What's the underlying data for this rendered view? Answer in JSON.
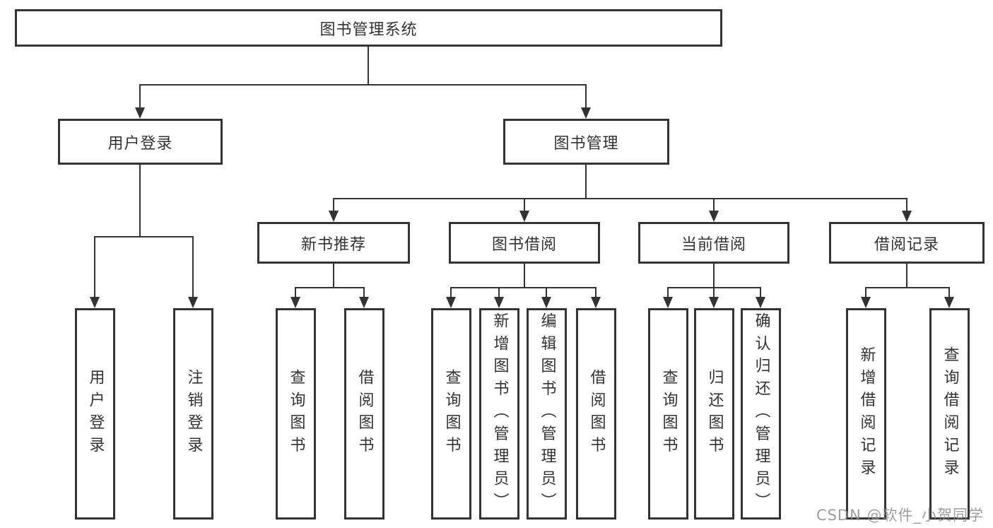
{
  "diagram": {
    "title_node": {
      "label": "图书管理系统"
    },
    "level2": [
      {
        "id": "user-login",
        "label": "用户登录"
      },
      {
        "id": "book-management",
        "label": "图书管理"
      }
    ],
    "level3": [
      {
        "id": "new-book-recommend",
        "label": "新书推荐"
      },
      {
        "id": "book-borrow",
        "label": "图书借阅"
      },
      {
        "id": "current-borrow",
        "label": "当前借阅"
      },
      {
        "id": "borrow-record",
        "label": "借阅记录"
      }
    ],
    "leaves": {
      "user_login": [
        {
          "label": "用户登录"
        },
        {
          "label": "注销登录"
        }
      ],
      "new_book": [
        {
          "label": "查询图书"
        },
        {
          "label": "借阅图书"
        }
      ],
      "book_borrow": [
        {
          "label": "查询图书"
        },
        {
          "label": "新增图书（管理员）"
        },
        {
          "label": "编辑图书（管理员）"
        },
        {
          "label": "借阅图书"
        }
      ],
      "current_borrow": [
        {
          "label": "查询图书"
        },
        {
          "label": "归还图书"
        },
        {
          "label": "确认归还（管理员）"
        }
      ],
      "borrow_record": [
        {
          "label": "新增借阅记录"
        },
        {
          "label": "查询借阅记录"
        }
      ]
    },
    "watermark": "CSDN @软件_小贺同学",
    "colors": {
      "border": "#333333",
      "line": "#333333",
      "text": "#333333",
      "watermark": "#8c8c8c",
      "background": "#ffffff"
    }
  }
}
